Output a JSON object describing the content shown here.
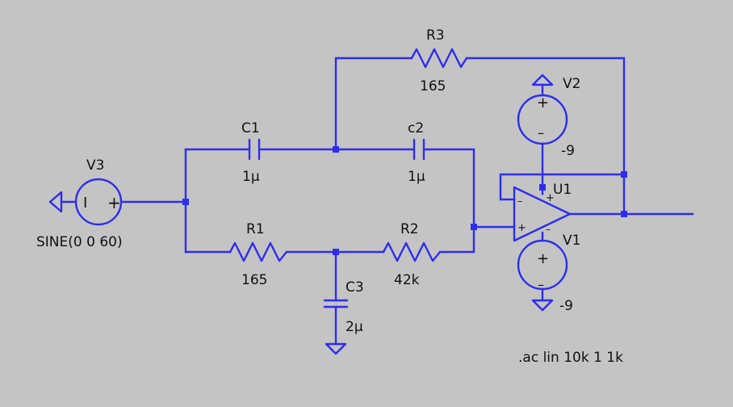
{
  "labels": {
    "v3_name": "V3",
    "v3_value": "SINE(0 0 60)",
    "c1_name": "C1",
    "c1_value": "1µ",
    "c2_name": "c2",
    "c2_value": "1µ",
    "r1_name": "R1",
    "r1_value": "165",
    "r2_name": "R2",
    "r2_value": "42k",
    "r3_name": "R3",
    "r3_value": "165",
    "c3_name": "C3",
    "c3_value": "2µ",
    "u1_name": "U1",
    "v2_name": "V2",
    "v2_value": "-9",
    "v1_name": "V1",
    "v1_value": "-9",
    "directive": ".ac lin 10k 1 1k"
  },
  "symbols": {
    "plus": "+",
    "minus": "–",
    "src_minus": "I"
  },
  "colors": {
    "background": "#c4c4c4",
    "wire": "#2d2df0",
    "text": "#111111"
  }
}
